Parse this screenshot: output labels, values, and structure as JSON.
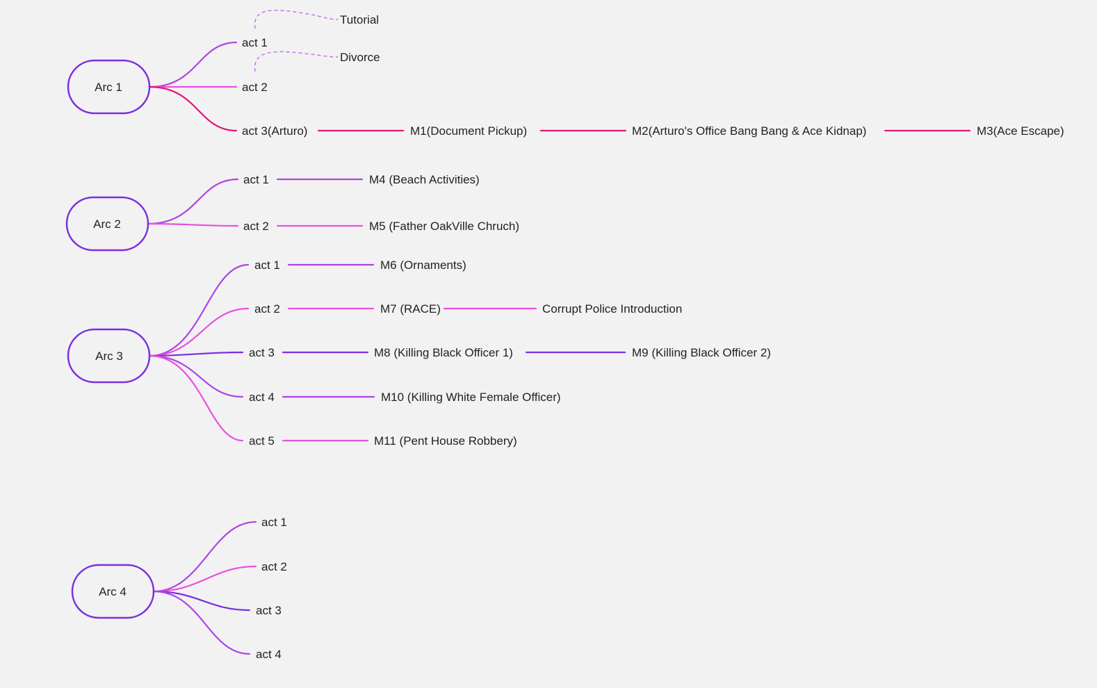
{
  "colors": {
    "background": "#f2f2f2",
    "arc_border": "#7b2fe0",
    "purple": "#b043e6",
    "pink": "#ea4fe0",
    "violet": "#7b2fe0",
    "magenta": "#e2147a",
    "dashed": "#c56ce8"
  },
  "arcs": [
    {
      "label": "Arc 1",
      "acts": [
        {
          "label": "act 1",
          "missions": [],
          "notes": [
            "Tutorial"
          ]
        },
        {
          "label": "act 2",
          "missions": [],
          "notes": [
            "Divorce"
          ]
        },
        {
          "label": "act 3(Arturo)",
          "missions": [
            "M1(Document Pickup)",
            "M2(Arturo's Office Bang Bang & Ace Kidnap)",
            "M3(Ace Escape)"
          ],
          "notes": []
        }
      ]
    },
    {
      "label": "Arc 2",
      "acts": [
        {
          "label": "act 1",
          "missions": [
            "M4 (Beach Activities)"
          ],
          "notes": []
        },
        {
          "label": "act 2",
          "missions": [
            "M5 (Father OakVille Chruch)"
          ],
          "notes": []
        }
      ]
    },
    {
      "label": "Arc 3",
      "acts": [
        {
          "label": "act 1",
          "missions": [
            "M6 (Ornaments)"
          ],
          "notes": []
        },
        {
          "label": "act 2",
          "missions": [
            "M7 (RACE)",
            "Corrupt Police Introduction"
          ],
          "notes": []
        },
        {
          "label": "act 3",
          "missions": [
            "M8 (Killing Black Officer 1)",
            "M9 (Killing Black Officer 2)"
          ],
          "notes": []
        },
        {
          "label": "act 4",
          "missions": [
            "M10 (Killing White Female Officer)"
          ],
          "notes": []
        },
        {
          "label": "act 5",
          "missions": [
            "M11 (Pent House Robbery)"
          ],
          "notes": []
        }
      ]
    },
    {
      "label": "Arc 4",
      "acts": [
        {
          "label": "act 1",
          "missions": [],
          "notes": []
        },
        {
          "label": "act 2",
          "missions": [],
          "notes": []
        },
        {
          "label": "act 3",
          "missions": [],
          "notes": []
        },
        {
          "label": "act 4",
          "missions": [],
          "notes": []
        }
      ]
    }
  ]
}
